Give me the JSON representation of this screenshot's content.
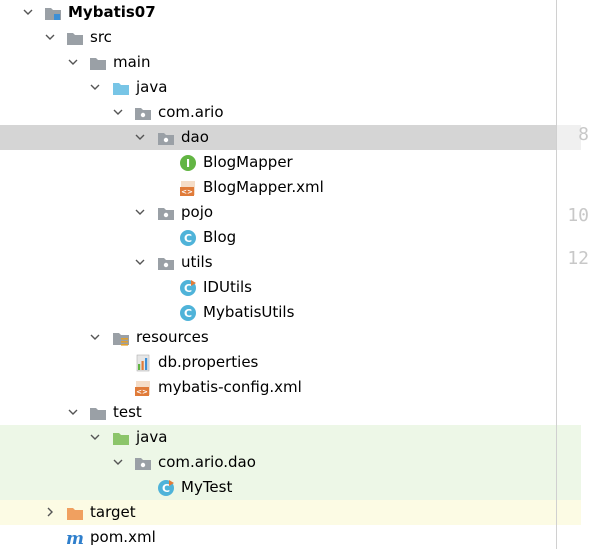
{
  "tree": {
    "project": "Mybatis07",
    "src": "src",
    "main": "main",
    "java_main": "java",
    "package": "com.ario",
    "dao": "dao",
    "blogmapper": "BlogMapper",
    "blogmapper_xml": "BlogMapper.xml",
    "pojo": "pojo",
    "blog": "Blog",
    "utils": "utils",
    "idutils": "IDUtils",
    "mybatisutils": "MybatisUtils",
    "resources": "resources",
    "db_properties": "db.properties",
    "mybatis_config": "mybatis-config.xml",
    "test": "test",
    "java_test": "java",
    "test_package": "com.ario.dao",
    "mytest": "MyTest",
    "target": "target",
    "pom": "pom.xml"
  },
  "gutter": {
    "line_a": "8",
    "line_b": "10",
    "line_c": "12"
  },
  "colors": {
    "selected_row": "#d5d5d5",
    "test_highlight": "#edf7e7",
    "target_highlight": "#fcfbe4",
    "folder_gray": "#9aa0a6",
    "folder_blue": "#78c5e6",
    "folder_green": "#8cc56a",
    "folder_orange": "#f0a060",
    "class_blue": "#4fb3d9",
    "interface_green": "#62b543",
    "xml_orange": "#e07b39",
    "maven_blue": "#2f7fcc"
  }
}
